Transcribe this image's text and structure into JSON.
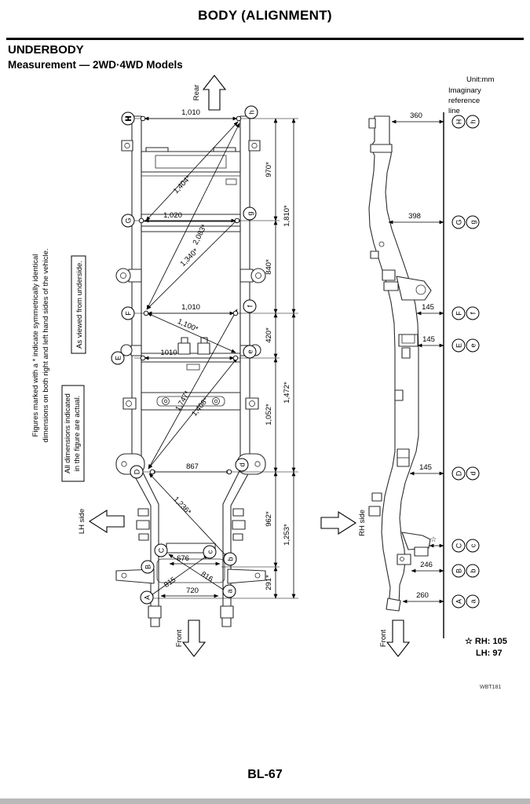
{
  "header": {
    "title": "BODY (ALIGNMENT)",
    "section": "UNDERBODY",
    "subsection": "Measurement — 2WD·4WD Models"
  },
  "legend": {
    "unit": "Unit:mm",
    "imaginary": [
      "Imaginary",
      "reference",
      "line"
    ]
  },
  "notes": {
    "symmetry": [
      "Figures marked with a * indicate symmetrically identical",
      "dimensions on both right and left hand sides of the vehicle."
    ],
    "viewed": "As viewed from underside.",
    "actual": [
      "All dimensions indicated",
      "in the figure are actual."
    ]
  },
  "arrows": {
    "rear": "Rear",
    "front": "Front",
    "lh": "LH side",
    "rh": "RH side"
  },
  "points": {
    "H": "H",
    "h": "h",
    "G": "G",
    "g": "g",
    "F": "F",
    "f": "f",
    "E": "E",
    "e": "e",
    "D": "D",
    "d": "d",
    "C": "C",
    "c": "c",
    "B": "B",
    "b": "b",
    "A": "A",
    "a": "a"
  },
  "plan": {
    "h_dims": [
      "1,010",
      "1,020",
      "1,010",
      "1010",
      "867",
      "676",
      "720"
    ],
    "diagonals": [
      "1,404*",
      "2,083*",
      "1,340*",
      "1,100*",
      "1,747*",
      "1,408*",
      "1,236*",
      "815",
      "816"
    ],
    "v_inner": [
      "970*",
      "840*",
      "420*",
      "1,052*",
      "962*",
      "291*"
    ],
    "v_outer": [
      "1,810*",
      "1,472*",
      "1,253*"
    ]
  },
  "side": {
    "dims": [
      "360",
      "398",
      "145",
      "145",
      "145",
      "☆",
      "246",
      "260"
    ]
  },
  "footnotes": {
    "star_rh": "☆ RH: 105",
    "star_lh": "LH: 97",
    "figure_code": "WBT181"
  },
  "footer": {
    "page_number": "BL-67"
  }
}
